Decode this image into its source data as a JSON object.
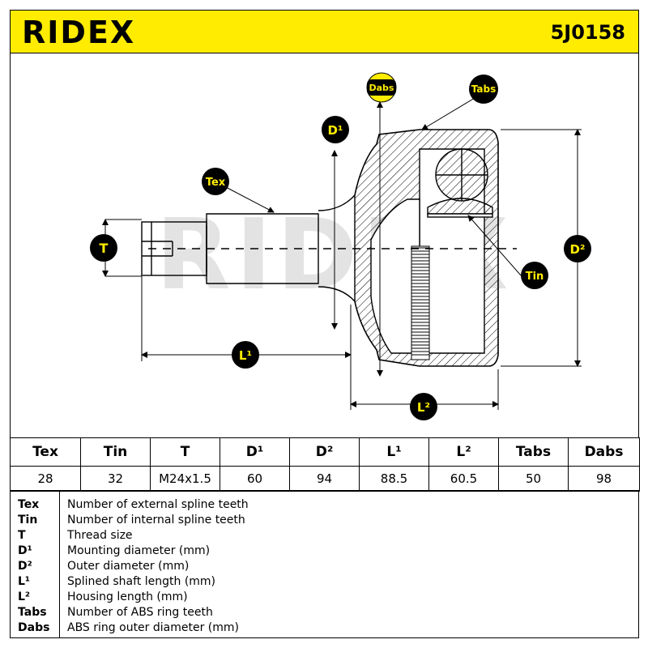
{
  "header": {
    "brand": "RIDEX",
    "part_number": "5J0158",
    "brand_color": "#ffec00"
  },
  "drawing": {
    "watermark": "RIDEX",
    "labels": {
      "dabs": "Dabs",
      "tabs": "Tabs",
      "d1": "D¹",
      "tex": "Tex",
      "t": "T",
      "d2": "D²",
      "tin": "Tin",
      "l1": "L¹",
      "l2": "L²"
    }
  },
  "table": {
    "headers": [
      "Tex",
      "Tin",
      "T",
      "D¹",
      "D²",
      "L¹",
      "L²",
      "Tabs",
      "Dabs"
    ],
    "values": [
      "28",
      "32",
      "M24x1.5",
      "60",
      "94",
      "88.5",
      "60.5",
      "50",
      "98"
    ]
  },
  "legend": [
    {
      "key": "Tex",
      "desc": "Number of external spline teeth"
    },
    {
      "key": "Tin",
      "desc": "Number of internal spline teeth"
    },
    {
      "key": "T",
      "desc": "Thread size"
    },
    {
      "key": "D¹",
      "desc": "Mounting diameter (mm)"
    },
    {
      "key": "D²",
      "desc": "Outer diameter (mm)"
    },
    {
      "key": "L¹",
      "desc": "Splined shaft length (mm)"
    },
    {
      "key": "L²",
      "desc": "Housing length (mm)"
    },
    {
      "key": "Tabs",
      "desc": "Number of ABS ring teeth"
    },
    {
      "key": "Dabs",
      "desc": "ABS ring outer diameter (mm)"
    }
  ]
}
